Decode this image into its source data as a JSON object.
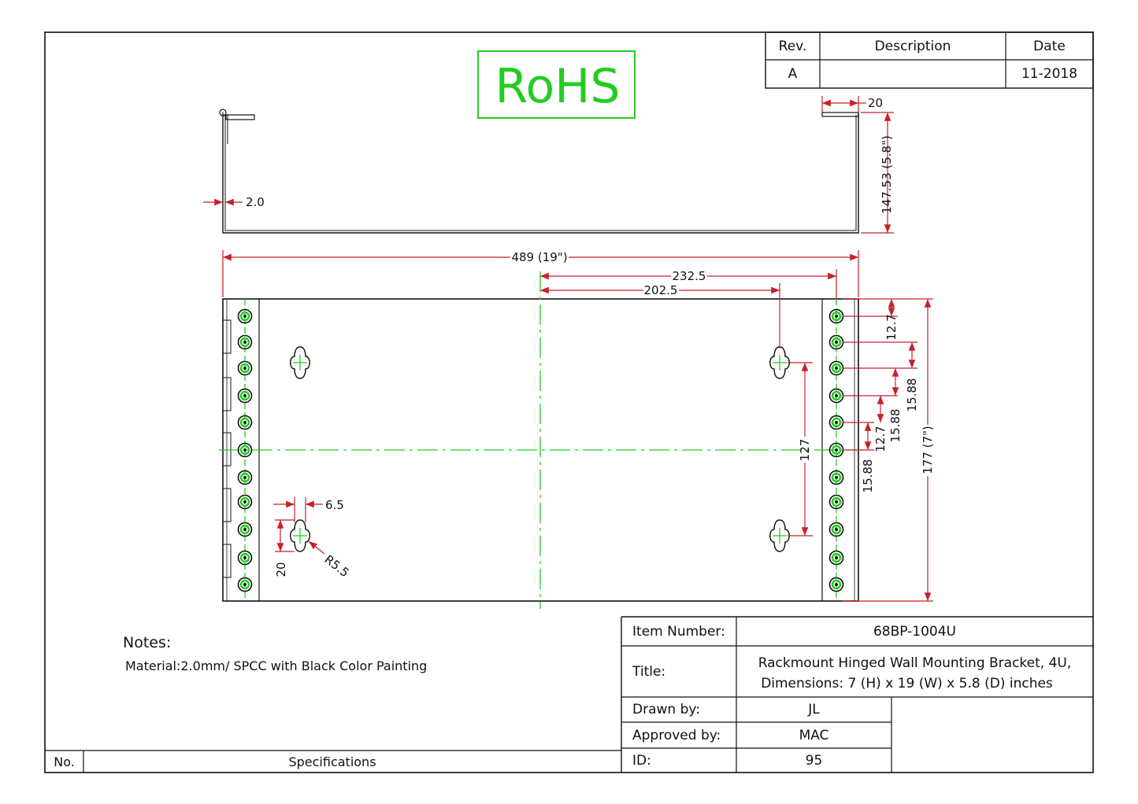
{
  "revision_table": {
    "headers": {
      "rev": "Rev.",
      "description": "Description",
      "date": "Date"
    },
    "row": {
      "rev": "A",
      "description": "",
      "date": "11-2018"
    }
  },
  "rohs_mark": "RoHS",
  "dimensions": {
    "flange": "20",
    "depth": "147.53 (5.8\")",
    "thickness": "2.0",
    "width": "489 (19\")",
    "hole_offset_outer": "232.5",
    "hole_offset_inner": "202.5",
    "pitch_a": "12.7",
    "pitch_b": "15.88",
    "pitch_c": "15.88",
    "pitch_d": "12.7",
    "pitch_e": "15.88",
    "height": "177 (7\")",
    "hole_spacing": "127",
    "slot_width": "6.5",
    "slot_radius": "R5.5",
    "slot_length": "20"
  },
  "notes": {
    "heading": "Notes:",
    "material": "Material:2.0mm/ SPCC with Black Color Painting"
  },
  "title_block": {
    "item_number_label": "Item Number:",
    "item_number": "68BP-1004U",
    "title_label": "Title:",
    "title_line1": "Rackmount Hinged Wall Mounting Bracket, 4U,",
    "title_line2": "Dimensions: 7 (H) x 19 (W) x 5.8 (D) inches",
    "drawn_by_label": "Drawn by:",
    "drawn_by": "JL",
    "approved_by_label": "Approved by:",
    "approved_by": "MAC",
    "id_label": "ID:",
    "id": "95"
  },
  "spec_table": {
    "no_label": "No.",
    "spec_label": "Specifications"
  },
  "colors": {
    "dimension": "#c8202a",
    "centerline": "#22cc22",
    "outline": "#111111"
  }
}
